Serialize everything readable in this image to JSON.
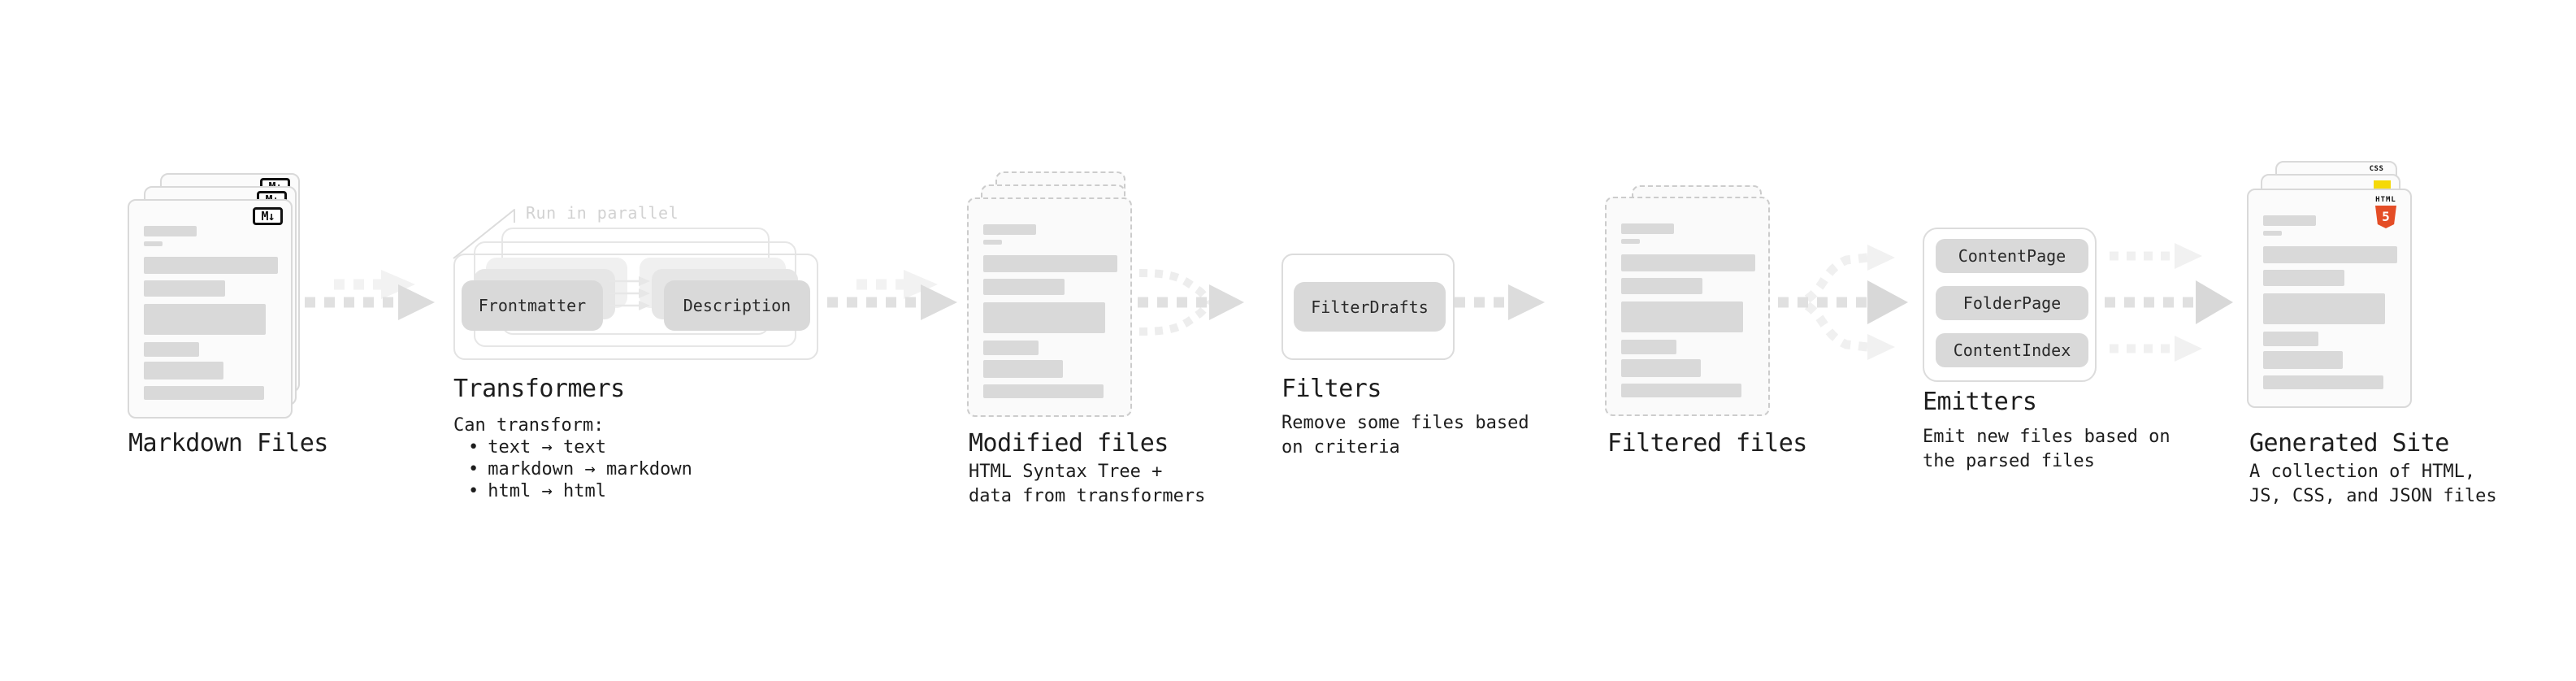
{
  "colors": {
    "background": "#ffffff",
    "card_fill": "#fbfbfb",
    "placeholder_bar": "#d9d9d9",
    "node_fill": "#d9d9d9",
    "text": "#1d1d1d",
    "annotation_muted": "#d2d2d2",
    "arrow_main": "#dcdcdc",
    "arrow_ghost": "#f1f1f1",
    "html5_orange": "#e44d26",
    "js_yellow": "#f5d908",
    "css_blue": "#2d65e0"
  },
  "sections": {
    "markdown_files": {
      "title": "Markdown Files",
      "badge_label": "M↓",
      "file_count": 3
    },
    "transformers": {
      "annotation": "Run in parallel",
      "nodes": [
        "Frontmatter",
        "Description"
      ],
      "title": "Transformers",
      "caption_heading": "Can transform:",
      "bullet_glyph": "•",
      "bullets": [
        "text → text",
        "markdown → markdown",
        "html → html"
      ]
    },
    "modified_files": {
      "title": "Modified files",
      "caption": "HTML Syntax Tree +\ndata from transformers"
    },
    "filters": {
      "title": "Filters",
      "nodes": [
        "FilterDrafts"
      ],
      "caption": "Remove some files based\non criteria"
    },
    "filtered_files": {
      "title": "Filtered files"
    },
    "emitters": {
      "title": "Emitters",
      "nodes": [
        "ContentPage",
        "FolderPage",
        "ContentIndex"
      ],
      "caption": "Emit new files based on\nthe parsed files"
    },
    "generated_site": {
      "title": "Generated Site",
      "caption": "A collection of HTML,\nJS, CSS, and JSON files",
      "badges": {
        "css": "CSS",
        "html_label": "HTML",
        "html_number": "5"
      }
    }
  }
}
